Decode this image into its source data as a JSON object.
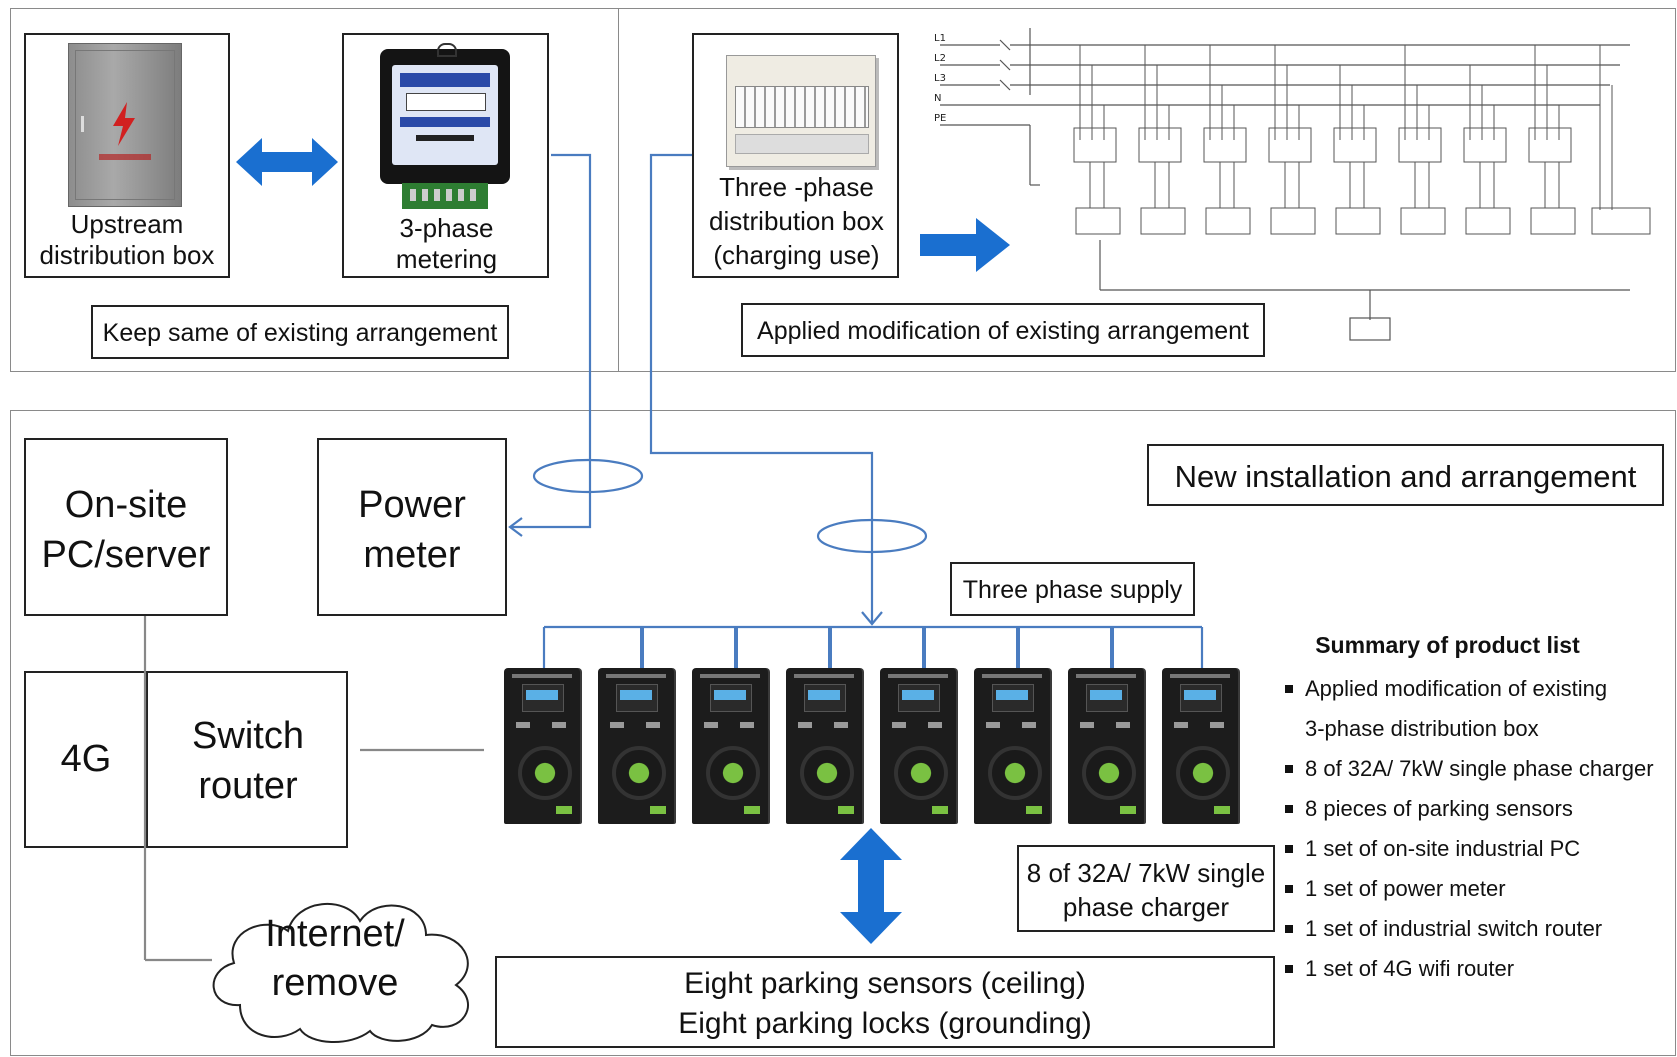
{
  "panels": {
    "keep": {
      "caption": "Keep same of existing arrangement"
    },
    "modify": {
      "caption": "Applied modification of existing arrangement"
    },
    "new": {
      "caption": "New installation and arrangement"
    }
  },
  "devices": {
    "upstream_box": {
      "label": "Upstream distribution box"
    },
    "metering": {
      "label": "3-phase metering"
    },
    "distribution_box": {
      "label": "Three -phase distribution box (charging use)"
    },
    "pc_server": {
      "label": "On-site PC/server"
    },
    "power_meter": {
      "label": "Power meter"
    },
    "fourg": {
      "label": "4G"
    },
    "switch_router": {
      "label": "Switch router"
    },
    "internet": {
      "label": "Internet/ remove"
    },
    "supply": {
      "label": "Three phase supply"
    },
    "chargers": {
      "label": "8 of 32A/ 7kW single phase charger",
      "count": 8
    },
    "sensors": {
      "line1": "Eight parking sensors (ceiling)",
      "line2": "Eight parking locks (grounding)"
    }
  },
  "wiring_diagram": {
    "phase_labels": [
      "L1",
      "L2",
      "L3",
      "N",
      "PE"
    ],
    "breaker_count": 9
  },
  "summary": {
    "title": "Summary of product list",
    "items": [
      "Applied modification of existing",
      "3-phase distribution box",
      "8 of 32A/ 7kW single phase charger",
      "8 pieces of parking sensors",
      "1 set of on-site industrial PC",
      "1 set of power meter",
      "1 set of industrial switch router",
      "1 set of 4G wifi router"
    ]
  },
  "colors": {
    "arrow_blue": "#1a6fd0",
    "line_blue": "#4a7cc0",
    "line_gray": "#888888",
    "charger_body": "#1c1c1c",
    "charger_green": "#7ac142"
  }
}
